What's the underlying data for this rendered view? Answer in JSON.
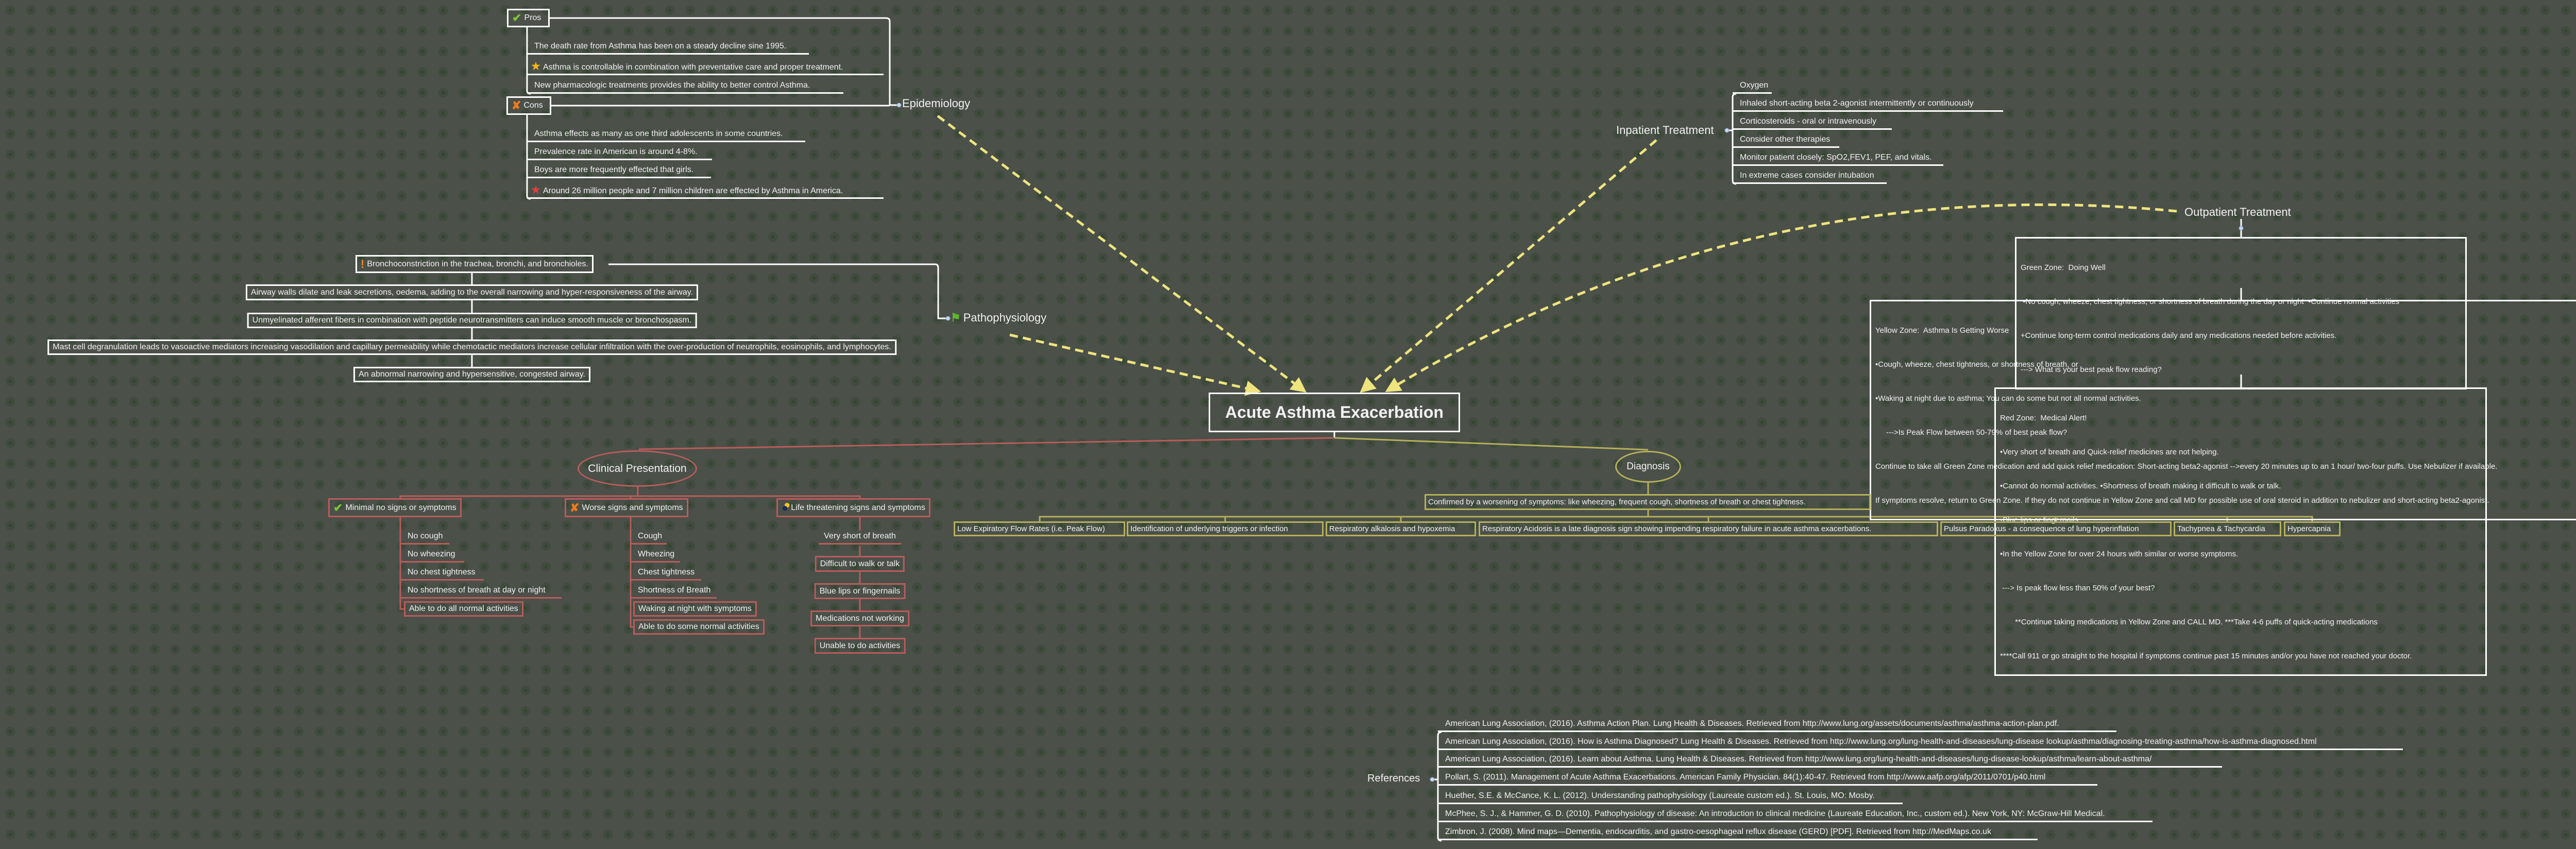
{
  "title": "Acute Asthma Exacerbation",
  "colors": {
    "background": "#4b5049",
    "node_border": "#ffffff",
    "clinical": "#b85c5c",
    "diagnosis": "#b4b05a",
    "arrow": "#eee47e"
  },
  "epidemiology": {
    "label": "Epidemiology",
    "pros": {
      "label": "Pros",
      "icon": "check-icon",
      "items": [
        {
          "text": "The death rate from Asthma has been on a steady decline sine 1995."
        },
        {
          "text": "Asthma is controllable in combination with preventative care and proper treatment.",
          "icon": "star-icon"
        },
        {
          "text": "New pharmacologic treatments provides the ability to better control Asthma."
        }
      ]
    },
    "cons": {
      "label": "Cons",
      "icon": "x-icon",
      "items": [
        {
          "text": "Asthma effects as many as one third adolescents in some countries."
        },
        {
          "text": "Prevalence rate in American is around 4-8%."
        },
        {
          "text": "Boys are more frequently effected that girls."
        },
        {
          "text": "Around 26 million people and 7 million children are effected by Asthma in America.",
          "icon": "red-star-icon"
        }
      ]
    }
  },
  "pathophysiology": {
    "label": "Pathophysiology",
    "icon": "flag-icon",
    "items": [
      {
        "text": "Bronchoconstriction in the trachea, bronchi, and bronchioles.",
        "icon": "exclamation-icon"
      },
      {
        "text": "Airway walls dilate and leak secretions, oedema, adding to the overall narrowing and hyper-responsiveness of the airway."
      },
      {
        "text": "Unmyelinated afferent fibers in combination with peptide neurotransmitters can induce smooth muscle or bronchospasm."
      },
      {
        "text": "Mast cell degranulation leads to vasoactive mediators increasing vasodilation and capillary permeability while chemotactic mediators increase cellular infiltration with the over-production of neutrophils, eosinophils, and lymphocytes."
      },
      {
        "text": "An abnormal narrowing and hypersensitive, congested airway."
      }
    ]
  },
  "inpatient": {
    "label": "Inpatient Treatment",
    "items": [
      "Oxygen",
      "Inhaled short-acting beta 2-agonist intermittently or continuously",
      "Corticosteroids - oral or intravenously",
      "Consider other therapies",
      "Monitor patient closely: SpO2,FEV1, PEF, and vitals.",
      "In extreme cases consider intubation"
    ]
  },
  "outpatient": {
    "label": "Outpatient Treatment",
    "green": [
      "Green Zone:  Doing Well",
      " •No cough, wheeze, chest tightness, or shortness of breath during the day or night  •Continue normal activities",
      "+Continue long-term control medications daily and any medications needed before activities.",
      "---> What is your best peak flow reading?"
    ],
    "yellow": [
      "Yellow Zone:  Asthma Is Getting Worse",
      "•Cough, wheeze, chest tightness, or shortness of breath, or",
      "•Waking at night due to asthma; You can do some but not all normal activities.",
      "     --->Is Peak Flow between 50-79% of best peak flow?",
      "Continue to take all Green Zone medication and add quick relief medication: Short-acting beta2-agonist -->every 20 minutes up to an 1 hour/ two-four puffs. Use Nebulizer if available.",
      "If symptoms resolve, return to Green Zone. If they do not continue in Yellow Zone and call MD for possible use of oral steroid in addition to nebulizer and short-acting beta2-agonist."
    ],
    "red": [
      "Red Zone:  Medical Alert!",
      "•Very short of breath and Quick-relief medicines are not helping.",
      "•Cannot do normal activities. •Shortness of breath making it difficult to walk or talk.",
      "•Blue lips or fingernails.",
      "•In the Yellow Zone for over 24 hours with similar or worse symptoms.",
      " ---> Is peak flow less than 50% of your best?",
      "       **Continue taking medications in Yellow Zone and CALL MD. ***Take 4-6 puffs of quick-acting medications",
      "****Call 911 or go straight to the hospital if symptoms continue past 15 minutes and/or you have not reached your doctor."
    ]
  },
  "clinical": {
    "label": "Clinical Presentation",
    "minimal": {
      "label": "Minimal no signs or symptoms",
      "icon": "check-icon",
      "items": [
        "No cough",
        "No wheezing",
        "No chest tightness",
        "No shortness of breath at day or night",
        "Able to do all normal activities"
      ]
    },
    "worse": {
      "label": "Worse signs and symptoms",
      "icon": "x-icon",
      "items": [
        "Cough",
        "Wheezing",
        "Chest tightness",
        "Shortness of Breath",
        "Waking at night with symptoms",
        "Able to do some normal activities"
      ]
    },
    "life": {
      "label": "Life threatening signs and symptoms",
      "icon": "bomb-icon",
      "items": [
        "Very short of breath",
        "Difficult to walk or talk",
        "Blue lips or fingernails",
        "Medications not working",
        "Unable to do activities"
      ]
    }
  },
  "diagnosis": {
    "label": "Diagnosis",
    "confirmed": "Confirmed by a worsening of symptoms: like wheezing, frequent cough, shortness of breath or chest tightness.",
    "items": [
      "Low Expiratory Flow Rates (i.e. Peak Flow)",
      "Identification of underlying triggers or infection",
      "Respiratory alkalosis and hypoxemia",
      "Respiratory Acidosis is a late diagnosis  sign showing impending respiratory failure in acute asthma exacerbations.",
      "Pulsus Paradoxus - a consequence of lung hyperinflation",
      "Tachypnea & Tachycardia",
      "Hypercapnia"
    ]
  },
  "references": {
    "label": "References",
    "items": [
      "American Lung Association, (2016). Asthma Action Plan. Lung Health & Diseases. Retrieved from http://www.lung.org/assets/documents/asthma/asthma-action-plan.pdf.",
      "American Lung Association, (2016). How is Asthma Diagnosed? Lung Health & Diseases. Retrieved from http://www.lung.org/lung-health-and-diseases/lung-disease lookup/asthma/diagnosing-treating-asthma/how-is-asthma-diagnosed.html",
      "American Lung Association, (2016). Learn about Asthma. Lung Health & Diseases. Retrieved from http://www.lung.org/lung-health-and-diseases/lung-disease-lookup/asthma/learn-about-asthma/",
      "Pollart, S. (2011). Management of Acute Asthma Exacerbations. American Family Physician. 84(1):40-47. Retrieved from http://www.aafp.org/afp/2011/0701/p40.html",
      "Huether, S.E. & McCance, K. L. (2012). Understanding pathophysiology (Laureate custom ed.). St. Louis, MO: Mosby.",
      "McPhee, S. J., & Hammer, G. D. (2010). Pathophysiology of disease: An introduction to clinical medicine (Laureate Education, Inc., custom ed.). New York, NY: McGraw-Hill Medical.",
      "Zimbron, J. (2008). Mind maps—Dementia, endocarditis, and gastro-oesophageal reflux disease (GERD) [PDF]. Retrieved from http://MedMaps.co.uk"
    ]
  }
}
